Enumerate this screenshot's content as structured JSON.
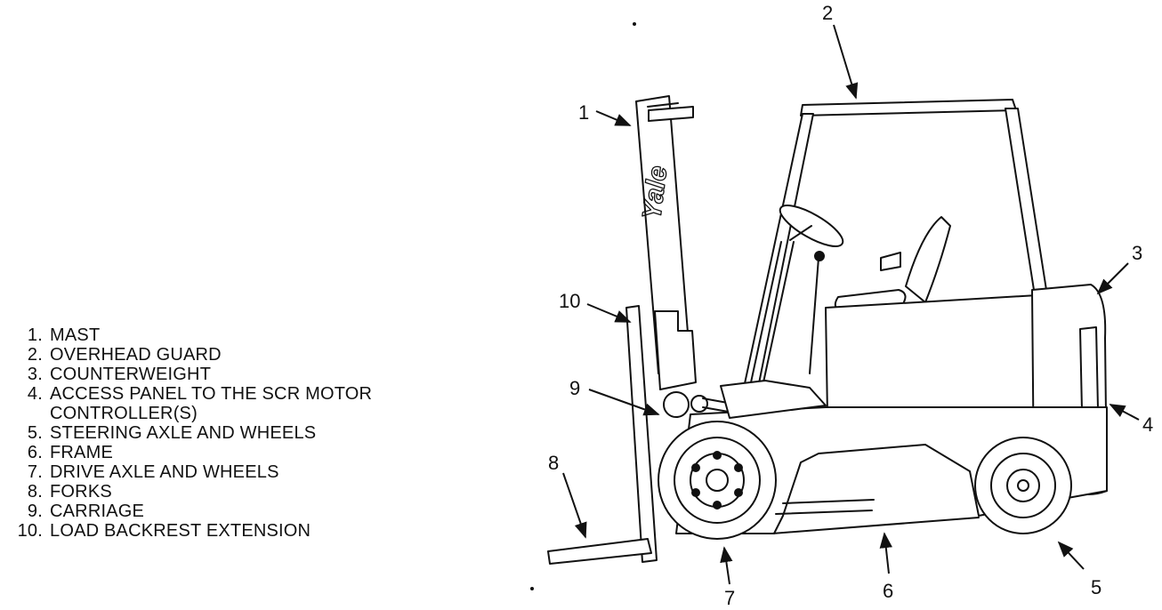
{
  "legend": [
    {
      "num": "1.",
      "text": "MAST"
    },
    {
      "num": "2.",
      "text": "OVERHEAD GUARD"
    },
    {
      "num": "3.",
      "text": "COUNTERWEIGHT"
    },
    {
      "num": "4.",
      "text": "ACCESS PANEL TO THE SCR MOTOR",
      "cont": "CONTROLLER(S)"
    },
    {
      "num": "5.",
      "text": "STEERING AXLE AND WHEELS"
    },
    {
      "num": "6.",
      "text": "FRAME"
    },
    {
      "num": "7.",
      "text": "DRIVE AXLE AND WHEELS"
    },
    {
      "num": "8.",
      "text": "FORKS"
    },
    {
      "num": "9.",
      "text": "CARRIAGE"
    },
    {
      "num": "10.",
      "text": "LOAD BACKREST EXTENSION"
    }
  ],
  "callouts": {
    "c1": "1",
    "c2": "2",
    "c3": "3",
    "c4": "4",
    "c5": "5",
    "c6": "6",
    "c7": "7",
    "c8": "8",
    "c9": "9",
    "c10": "10"
  },
  "brand": "Yale",
  "colors": {
    "ink": "#111111",
    "background": "#ffffff"
  }
}
